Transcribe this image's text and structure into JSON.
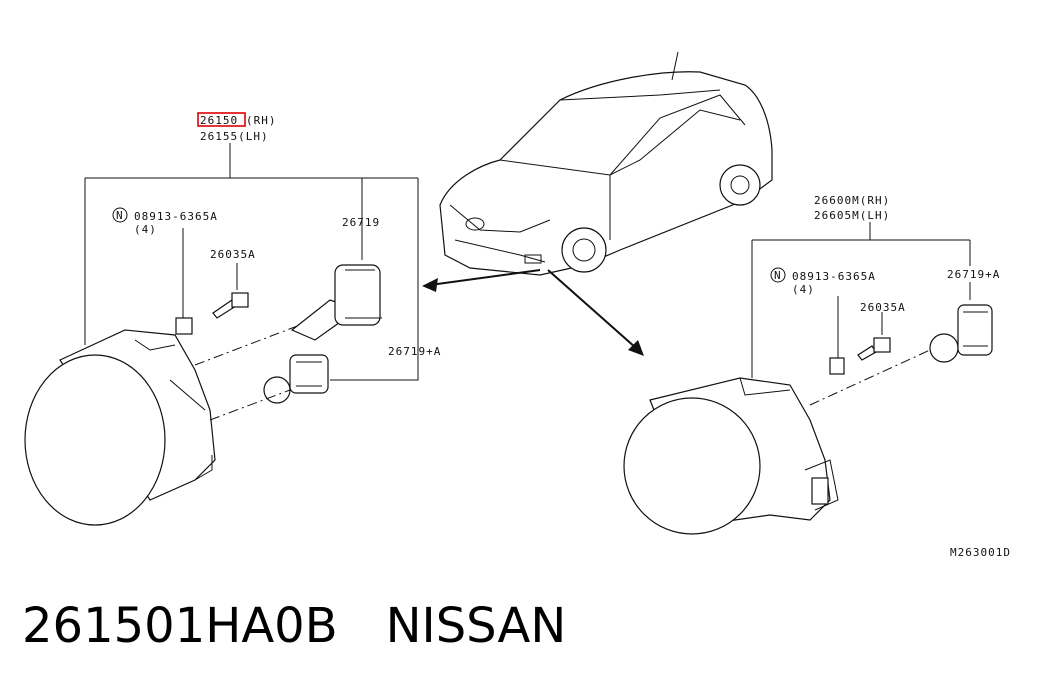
{
  "labels": {
    "left_assembly_rh": "26150",
    "left_assembly_rh_suffix": "(RH)",
    "left_assembly_lh": "26155(LH)",
    "left_bulb": "26719",
    "left_clip_code": "08913-6365A",
    "left_clip_qty": "(4)",
    "left_screw": "26035A",
    "left_socket": "26719+A",
    "right_assembly_rh": "26600M(RH)",
    "right_assembly_lh": "26605M(LH)",
    "right_clip_code": "08913-6365A",
    "right_clip_qty": "(4)",
    "right_socket": "26719+A",
    "right_screw": "26035A",
    "n_symbol": "N",
    "diagram_id": "M263001D"
  },
  "caption": {
    "part_number": "261501HA0B",
    "brand": "NISSAN"
  },
  "colors": {
    "highlight": "#e00000",
    "line": "#111111"
  }
}
